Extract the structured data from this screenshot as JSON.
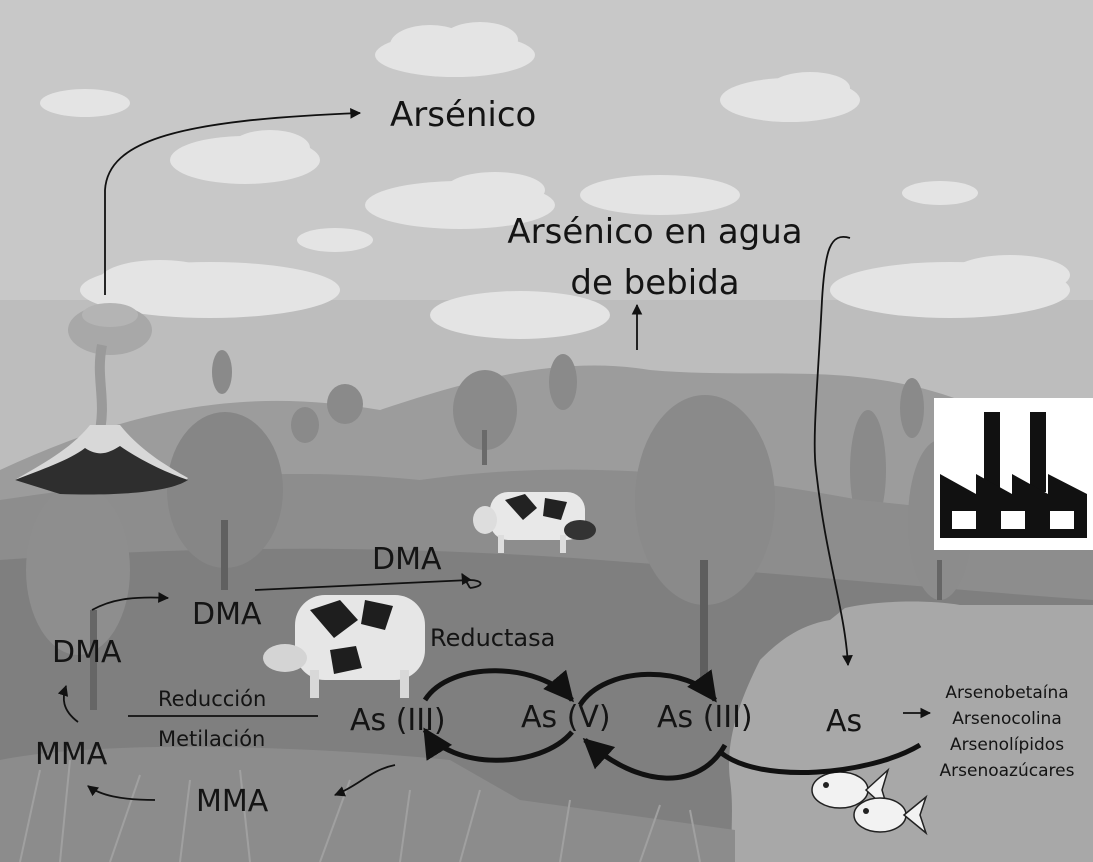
{
  "labels": {
    "arsenic_air": "Arsénico",
    "drinking_water_line1": "Arsénico en agua",
    "drinking_water_line2": "de bebida",
    "dma_cow_top": "DMA",
    "dma_middle": "DMA",
    "dma_left": "DMA",
    "reductase": "Reductasa",
    "reduction": "Reducción",
    "methylation": "Metilación",
    "mma_left": "MMA",
    "mma_bottom": "MMA",
    "as_iii_first": "As (III)",
    "as_v": "As (V)",
    "as_iii_second": "As (III)",
    "as_water": "As"
  },
  "marine_compounds": [
    "Arsenobetaína",
    "Arsenocolina",
    "Arsenolípidos",
    "Arsenoazúcares"
  ],
  "colors": {
    "sky": "#bdbdbd",
    "cloud": "#e2e2e2",
    "hill_far": "#9a9a9a",
    "hill_near": "#8a8a8a",
    "ground": "#7d7d7d",
    "water": "#a6a6a6",
    "arrow": "#111111",
    "factory": "#111111"
  }
}
